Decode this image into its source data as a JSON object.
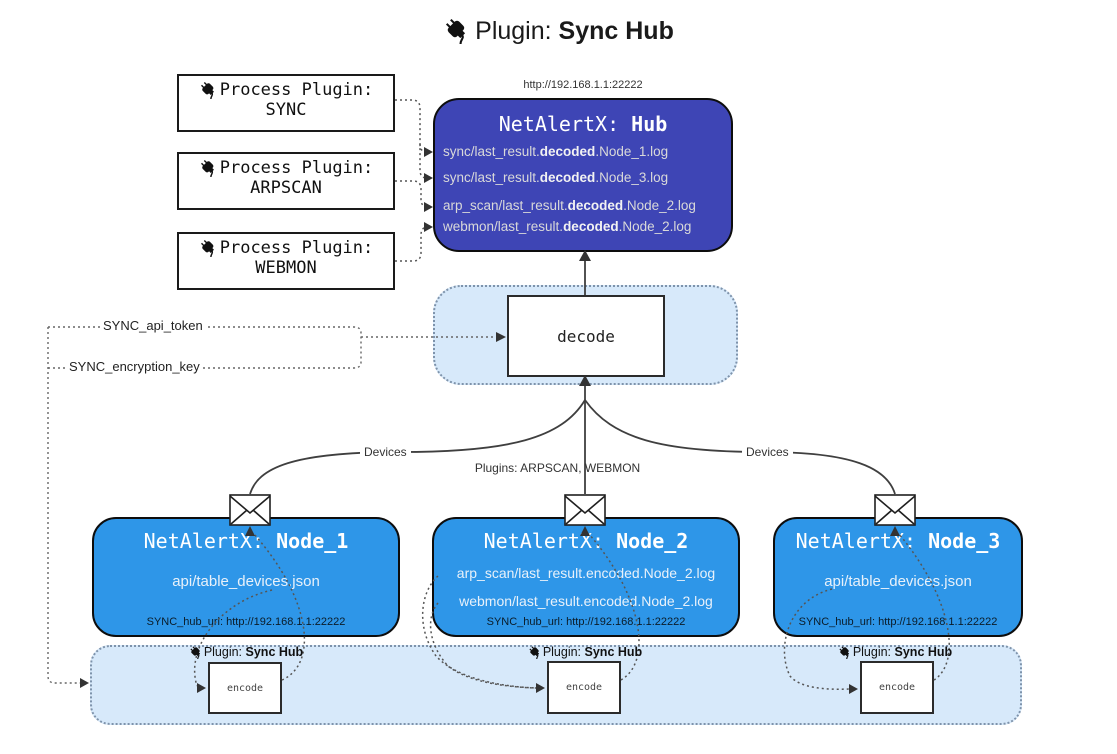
{
  "title": {
    "label": "Plugin:",
    "name": "Sync Hub"
  },
  "colors": {
    "hub_fill": "#3e45b5",
    "node_fill": "#2e96e8",
    "panel_fill": "#d7e9fa",
    "panel_border": "#7e93ab"
  },
  "process_plugins": [
    {
      "label": "Process Plugin:",
      "name": "SYNC"
    },
    {
      "label": "Process Plugin:",
      "name": "ARPSCAN"
    },
    {
      "label": "Process Plugin:",
      "name": "WEBMON"
    }
  ],
  "hub": {
    "url": "http://192.168.1.1:22222",
    "title_prefix": "NetAlertX: ",
    "title_name": "Hub",
    "logs": [
      {
        "pre": "sync/last_result.",
        "bold": "decoded",
        "post": ".Node_1.log"
      },
      {
        "pre": "sync/last_result.",
        "bold": "decoded",
        "post": ".Node_3.log"
      },
      {
        "pre": "arp_scan/last_result.",
        "bold": "decoded",
        "post": ".Node_2.log"
      },
      {
        "pre": "webmon/last_result.",
        "bold": "decoded",
        "post": ".Node_2.log"
      }
    ]
  },
  "decode": {
    "label": "decode"
  },
  "config": {
    "api_token": "SYNC_api_token",
    "encryption_key": "SYNC_encryption_key"
  },
  "edges": {
    "devices_left": "Devices",
    "devices_right": "Devices",
    "plugins_center": "Plugins: ARPSCAN, WEBMON"
  },
  "nodes": [
    {
      "title_prefix": "NetAlertX: ",
      "title_name": "Node_1",
      "lines": [
        "api/table_devices.json"
      ],
      "hub_url": "SYNC_hub_url: http://192.168.1.1:22222"
    },
    {
      "title_prefix": "NetAlertX: ",
      "title_name": "Node_2",
      "lines": [
        "arp_scan/last_result.encoded.Node_2.log",
        "webmon/last_result.encoded.Node_2.log"
      ],
      "hub_url": "SYNC_hub_url: http://192.168.1.1:22222"
    },
    {
      "title_prefix": "NetAlertX: ",
      "title_name": "Node_3",
      "lines": [
        "api/table_devices.json"
      ],
      "hub_url": "SYNC_hub_url: http://192.168.1.1:22222"
    }
  ],
  "encoders": [
    {
      "plugin_label": "Plugin: ",
      "plugin_name": "Sync Hub",
      "box_label": "encode"
    },
    {
      "plugin_label": "Plugin: ",
      "plugin_name": "Sync Hub",
      "box_label": "encode"
    },
    {
      "plugin_label": "Plugin: ",
      "plugin_name": "Sync Hub",
      "box_label": "encode"
    }
  ]
}
